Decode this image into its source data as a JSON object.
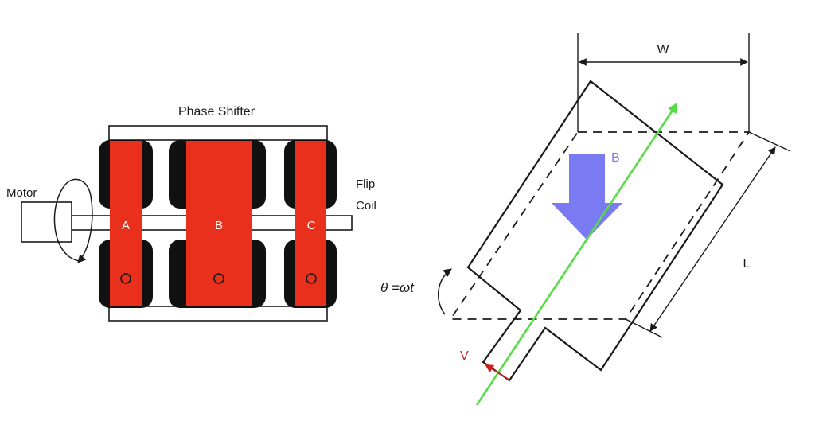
{
  "left_diagram": {
    "title": "Phase Shifter",
    "motor_label": "Motor",
    "flip_label_line1": "Flip",
    "flip_label_line2": "Coil",
    "coil_labels": [
      "A",
      "B",
      "C"
    ]
  },
  "right_diagram": {
    "width_label": "W",
    "length_label": "L",
    "field_label": "B",
    "velocity_label": "V",
    "angle_label": "θ =ωt"
  },
  "colors": {
    "coil_red": "#e8301c",
    "field_arrow": "#7a7af2",
    "beam_green": "#55dd44",
    "velocity_red": "#cc1f1f",
    "stroke": "#1a1a1a"
  }
}
